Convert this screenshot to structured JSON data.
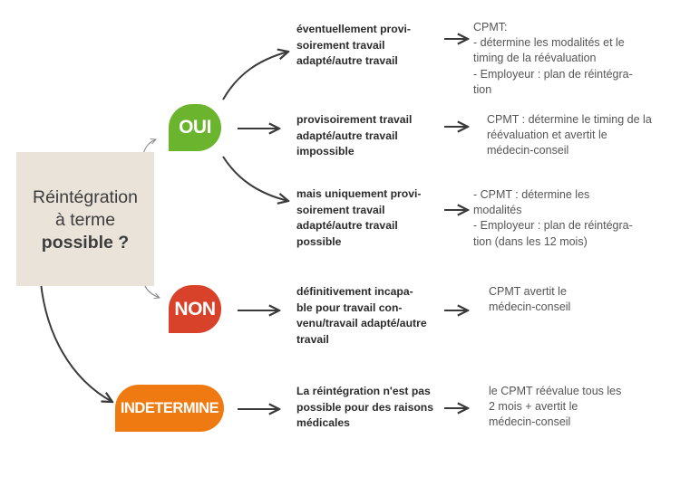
{
  "start": {
    "line1": "Réintégration",
    "line2": "à terme",
    "line3": "possible ?"
  },
  "decisions": {
    "oui": "OUI",
    "non": "NON",
    "indetermine": "INDETERMINE"
  },
  "conditions": {
    "oui_1": "éventuellement provi-\nsoirement travail\nadapté/autre travail",
    "oui_2": "provisoirement travail\nadapté/autre travail\nimpossible",
    "oui_3": "mais uniquement provi-\nsoirement travail\nadapté/autre travail\npossible",
    "non": "définitivement incapa-\nble pour travail con-\nvenu/travail adapté/autre\ntravail",
    "indetermine": "La réintégration n'est pas\npossible pour des raisons\nmédicales"
  },
  "results": {
    "oui_1": "CPMT:\n- détermine les modalités et le\n  timing de la réévaluation\n- Employeur : plan de réintégra-\n  tion",
    "oui_2": "CPMT : détermine le timing de la\nréévaluation et avertit le\nmédecin-conseil",
    "oui_3": "- CPMT : détermine les\n  modalités\n- Employeur : plan de réintégra-\n  tion (dans les 12 mois)",
    "non": "CPMT avertit le\nmédecin-conseil",
    "indetermine": "le CPMT réévalue tous les\n2 mois + avertit le\nmédecin-conseil"
  },
  "colors": {
    "oui": "#6bb42e",
    "non": "#d9422a",
    "indetermine": "#f07a12",
    "start_box": "#e9e3da",
    "arrow": "#3a3a3a"
  }
}
